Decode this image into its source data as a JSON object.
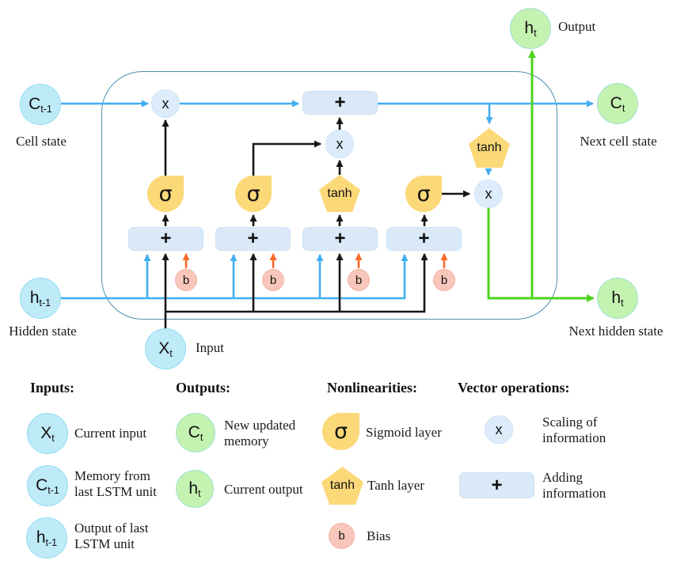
{
  "colors": {
    "arrow_blue": "#41aef2",
    "arrow_black": "#161616",
    "arrow_orange": "#fb6a2a",
    "arrow_green": "#4cd41d",
    "cell_border": "#4e8fae",
    "input_node_fill": "#bfeaf7",
    "output_node_fill": "#c4f2b0",
    "operation_fill": "#d9e9f8",
    "nonlinearity_fill": "#fbd878",
    "bias_fill": "#f9c6bb"
  },
  "symbols": {
    "multiply": "x",
    "add": "+",
    "sigmoid": "σ",
    "tanh": "tanh",
    "bias": "b"
  },
  "nodes": {
    "prev_cell": {
      "main": "C",
      "sub": "t-1"
    },
    "prev_hidden": {
      "main": "h",
      "sub": "t-1"
    },
    "input": {
      "main": "X",
      "sub": "t"
    },
    "next_cell": {
      "main": "C",
      "sub": "t"
    },
    "next_hidden": {
      "main": "h",
      "sub": "t"
    },
    "output": {
      "main": "h",
      "sub": "t"
    }
  },
  "labels": {
    "cell_state": "Cell state",
    "hidden_state": "Hidden state",
    "input": "Input",
    "output": "Output",
    "next_cell_state": "Next cell state",
    "next_hidden_state": "Next hidden state"
  },
  "legend": {
    "inputs_title": "Inputs:",
    "outputs_title": "Outputs:",
    "nonlinearities_title": "Nonlinearities:",
    "vector_ops_title": "Vector operations:",
    "current_input": "Current input",
    "memory_last": "Memory from\nlast LSTM unit",
    "output_last": "Output of last\nLSTM unit",
    "new_memory": "New updated\nmemory",
    "current_output": "Current output",
    "sigmoid_layer": "Sigmoid layer",
    "tanh_layer": "Tanh layer",
    "bias": "Bias",
    "scaling": "Scaling of\ninformation",
    "adding": "Adding\ninformation"
  }
}
